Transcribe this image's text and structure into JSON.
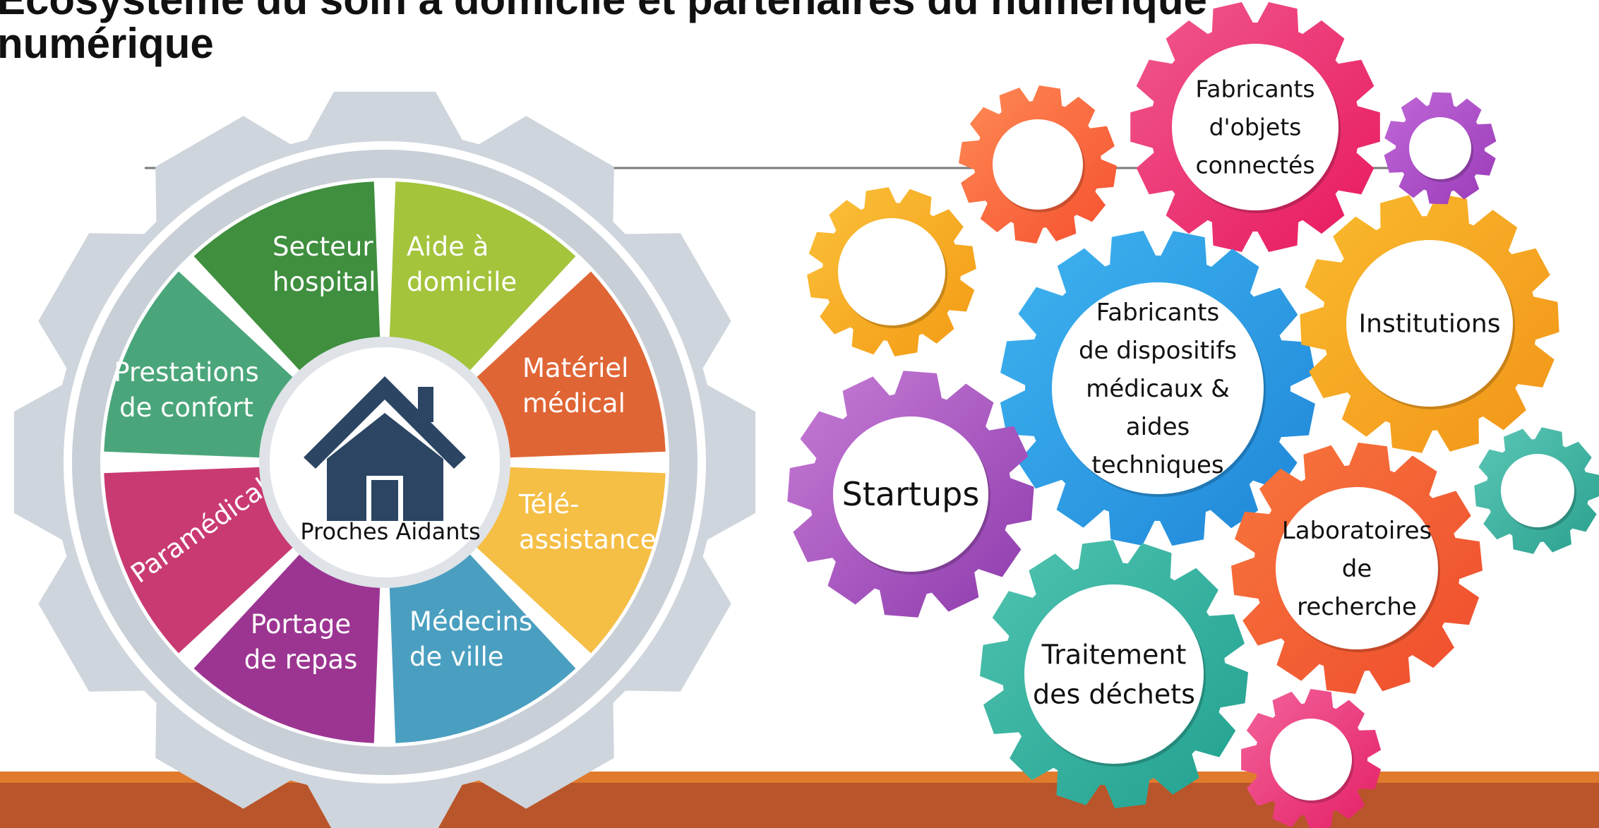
{
  "title": {
    "line1": "Écosystème du soin à domicile et partenaires du numérique",
    "line2": "numérique"
  },
  "center_label": "Proches Aidants",
  "segments": [
    {
      "lines": [
        "Secteur",
        "hospitalier"
      ],
      "color": "#3f8f3f"
    },
    {
      "lines": [
        "Aide à",
        "domicile"
      ],
      "color": "#a4c43c"
    },
    {
      "lines": [
        "Matériel",
        "médical"
      ],
      "color": "#e06535"
    },
    {
      "lines": [
        "Télé-",
        "assistance"
      ],
      "color": "#f5be45"
    },
    {
      "lines": [
        "Médecins",
        "de ville"
      ],
      "color": "#4a9fc0"
    },
    {
      "lines": [
        "Portage",
        "de repas"
      ],
      "color": "#9c3592"
    },
    {
      "lines": [
        "Paramédical"
      ],
      "color": "#c93a72"
    },
    {
      "lines": [
        "Prestations",
        "de confort"
      ],
      "color": "#4aa67a"
    }
  ],
  "gears": [
    {
      "lines": [
        "Fabricants",
        "d'objets",
        "connectés"
      ],
      "color1": "#f0588e",
      "color2": "#e8185e"
    },
    {
      "lines": [
        "Fabricants",
        "de dispositifs",
        "médicaux &",
        "aides",
        "techniques"
      ],
      "color1": "#3fb4f0",
      "color2": "#1f86d8"
    },
    {
      "lines": [
        "Institutions"
      ],
      "color1": "#f9ba2e",
      "color2": "#f39418"
    },
    {
      "lines": [
        "Startups"
      ],
      "color1": "#c77dd6",
      "color2": "#8d3aac"
    },
    {
      "lines": [
        "Laboratoires",
        "de",
        "recherche"
      ],
      "color1": "#f7773d",
      "color2": "#ef4c2d"
    },
    {
      "lines": [
        "Traitement",
        "des déchets"
      ],
      "color1": "#4fc3b0",
      "color2": "#21a08f"
    },
    {
      "lines": [],
      "color1": "#ff8a55",
      "color2": "#f5502e"
    },
    {
      "lines": [],
      "color1": "#fbc13a",
      "color2": "#f39a14"
    },
    {
      "lines": [],
      "color1": "#c068d8",
      "color2": "#9a3bb8"
    },
    {
      "lines": [],
      "color1": "#5cc7b6",
      "color2": "#2aa08e"
    },
    {
      "lines": [],
      "color1": "#f3649c",
      "color2": "#e41f66"
    }
  ],
  "colors": {
    "footer": "#b9552a",
    "footer_band": "#e07b2e",
    "big_gear": "#cfd5dc",
    "house": "#2b4563"
  }
}
